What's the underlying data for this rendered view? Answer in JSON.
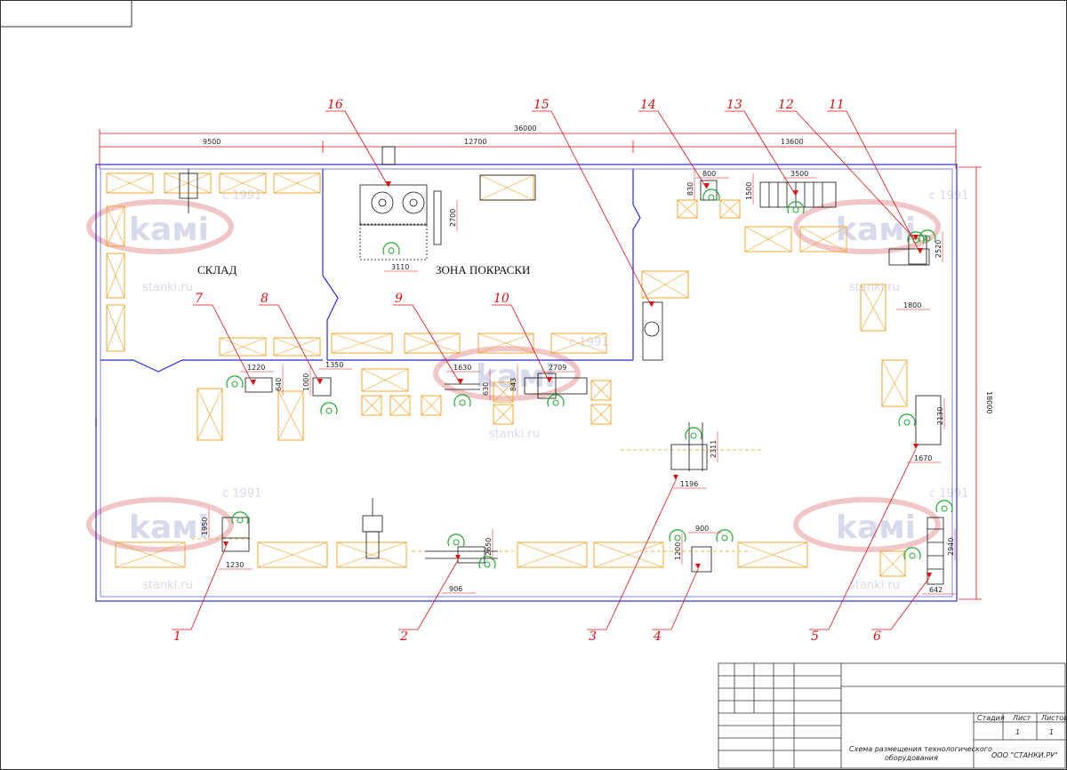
{
  "title_block": {
    "sheet_label": "Стадия",
    "list_label": "Лист",
    "lists_label": "Листов",
    "sheet_no": "1",
    "sheets_total": "1",
    "drawing_name": "Схема размещения технологического оборудования",
    "company": "ООО \"СТАНКИ.РУ\""
  },
  "dimensions": {
    "overall_length": "36000",
    "overall_width": "18000",
    "seg_1": "9500",
    "seg_2": "12700",
    "seg_3": "13600"
  },
  "zones": {
    "warehouse": "СКЛАД",
    "paint_zone": "ЗОНА ПОКРАСКИ"
  },
  "equipment": [
    {
      "no": "1",
      "dims": [
        "1950",
        "1230"
      ]
    },
    {
      "no": "2",
      "dims": [
        "2650",
        "906"
      ]
    },
    {
      "no": "3",
      "dims": [
        "2311",
        "1196"
      ]
    },
    {
      "no": "4",
      "dims": [
        "900",
        "1200"
      ]
    },
    {
      "no": "5",
      "dims": [
        "2130",
        "1670"
      ]
    },
    {
      "no": "6",
      "dims": [
        "2940",
        "642"
      ]
    },
    {
      "no": "7",
      "dims": [
        "1220",
        "640"
      ]
    },
    {
      "no": "8",
      "dims": [
        "1350",
        "1000"
      ]
    },
    {
      "no": "9",
      "dims": [
        "1630",
        "630"
      ]
    },
    {
      "no": "10",
      "dims": [
        "2709",
        "843"
      ]
    },
    {
      "no": "11",
      "dims": [
        "2520",
        "1800"
      ]
    },
    {
      "no": "12",
      "dims": []
    },
    {
      "no": "13",
      "dims": [
        "3500",
        "1500"
      ]
    },
    {
      "no": "14",
      "dims": [
        "800",
        "830"
      ]
    },
    {
      "no": "15",
      "dims": []
    },
    {
      "no": "16",
      "dims": [
        "3110",
        "2700"
      ]
    }
  ],
  "watermark": {
    "brand": "kaмi",
    "since": "с 1991",
    "site": "stanki.ru"
  },
  "colors": {
    "wall": "#2b2bd6",
    "storage": "#f0a020",
    "dimension": "#d11",
    "leader": "#d11",
    "operator": "#22aa33"
  }
}
